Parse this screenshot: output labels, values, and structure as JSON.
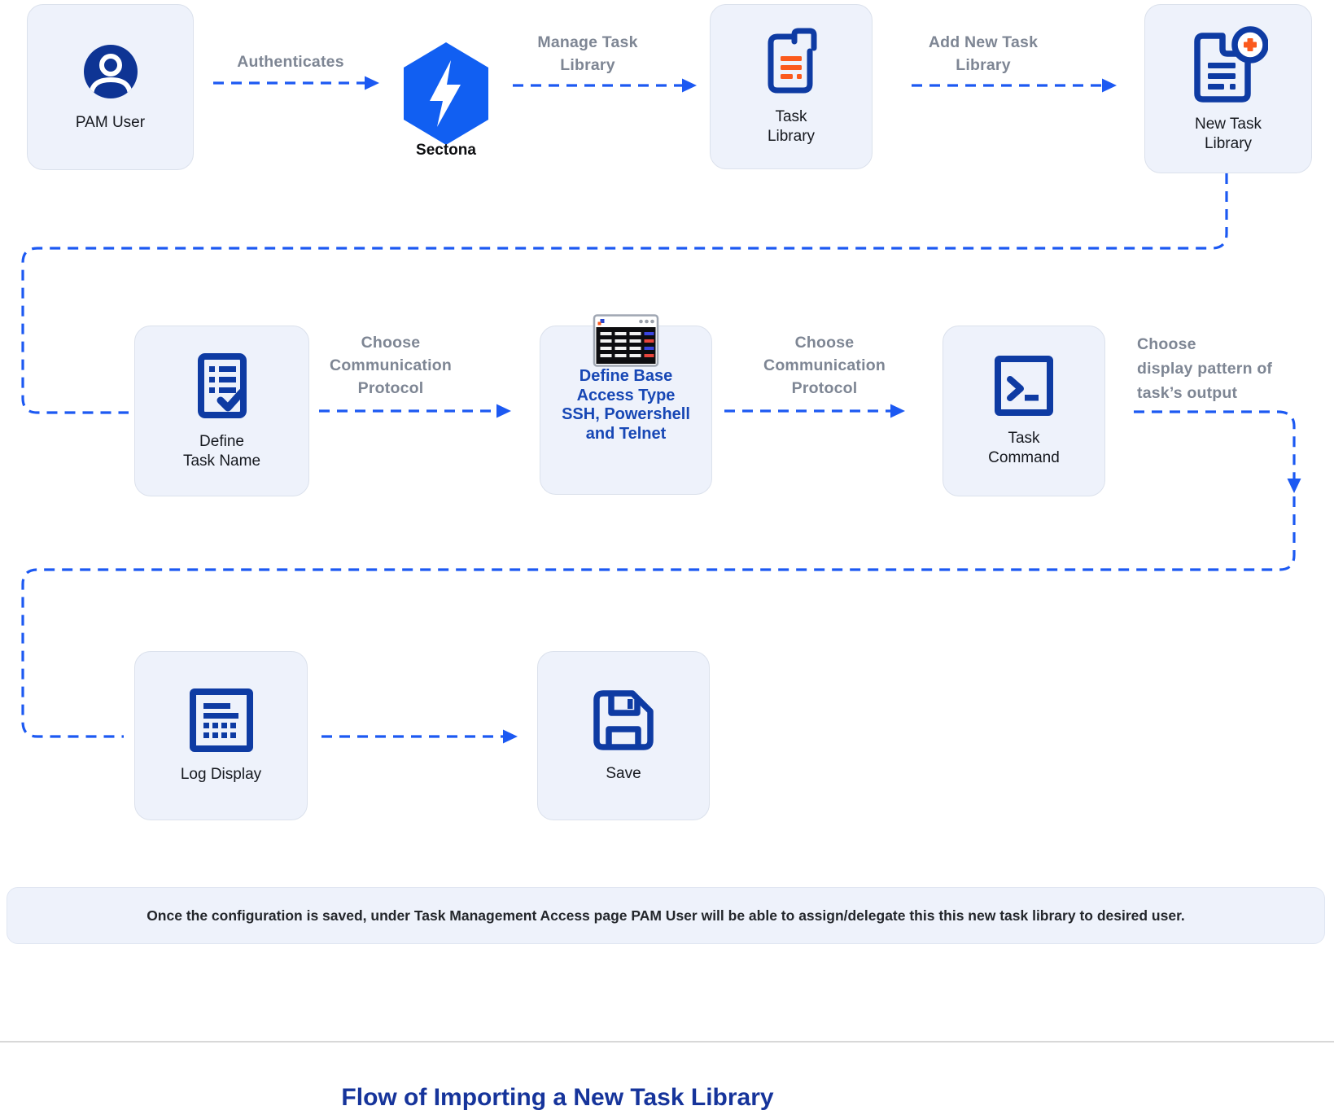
{
  "nodes": {
    "pam_user": {
      "label": "PAM User"
    },
    "sectona": {
      "label": "Sectona"
    },
    "task_library": {
      "line1": "Task",
      "line2": "Library"
    },
    "new_task_library": {
      "line1": "New Task",
      "line2": "Library"
    },
    "define_task_name": {
      "line1": "Define",
      "line2": "Task Name"
    },
    "base_access": {
      "line1": "Define Base",
      "line2": "Access Type",
      "line3": "SSH, Powershell",
      "line4": "and Telnet"
    },
    "task_command": {
      "line1": "Task",
      "line2": "Command"
    },
    "log_display": {
      "label": "Log Display"
    },
    "save": {
      "label": "Save"
    }
  },
  "edges": {
    "authenticates": {
      "label": "Authenticates"
    },
    "manage_task_library": {
      "line1": "Manage Task",
      "line2": "Library"
    },
    "add_new_task_library": {
      "line1": "Add New Task",
      "line2": "Library"
    },
    "choose_protocol_1": {
      "line1": "Choose",
      "line2": "Communication",
      "line3": "Protocol"
    },
    "choose_protocol_2": {
      "line1": "Choose",
      "line2": "Communication",
      "line3": "Protocol"
    },
    "display_pattern": {
      "line1": "Choose",
      "line2": "display pattern of",
      "line3": "task’s output"
    }
  },
  "note": {
    "text": "Once the configuration is saved, under Task Management Access page PAM User will be able to assign/delegate this this new task library to desired user."
  },
  "footer": {
    "title": "Flow of Importing a New Task Library"
  },
  "colors": {
    "arrow_blue": "#1c59f2",
    "icon_navy": "#0e3ba3",
    "logo_blue": "#115ff2",
    "accent_orange": "#fb5a1d",
    "box_fill": "#eef2fb",
    "box_border": "#dbe1ec",
    "edge_label_gray": "#7e8694",
    "box_label_dark": "#16191f",
    "base_access_text_blue": "#1747b5",
    "title_blue": "#16349b",
    "terminal_body": "#0d0d10"
  }
}
